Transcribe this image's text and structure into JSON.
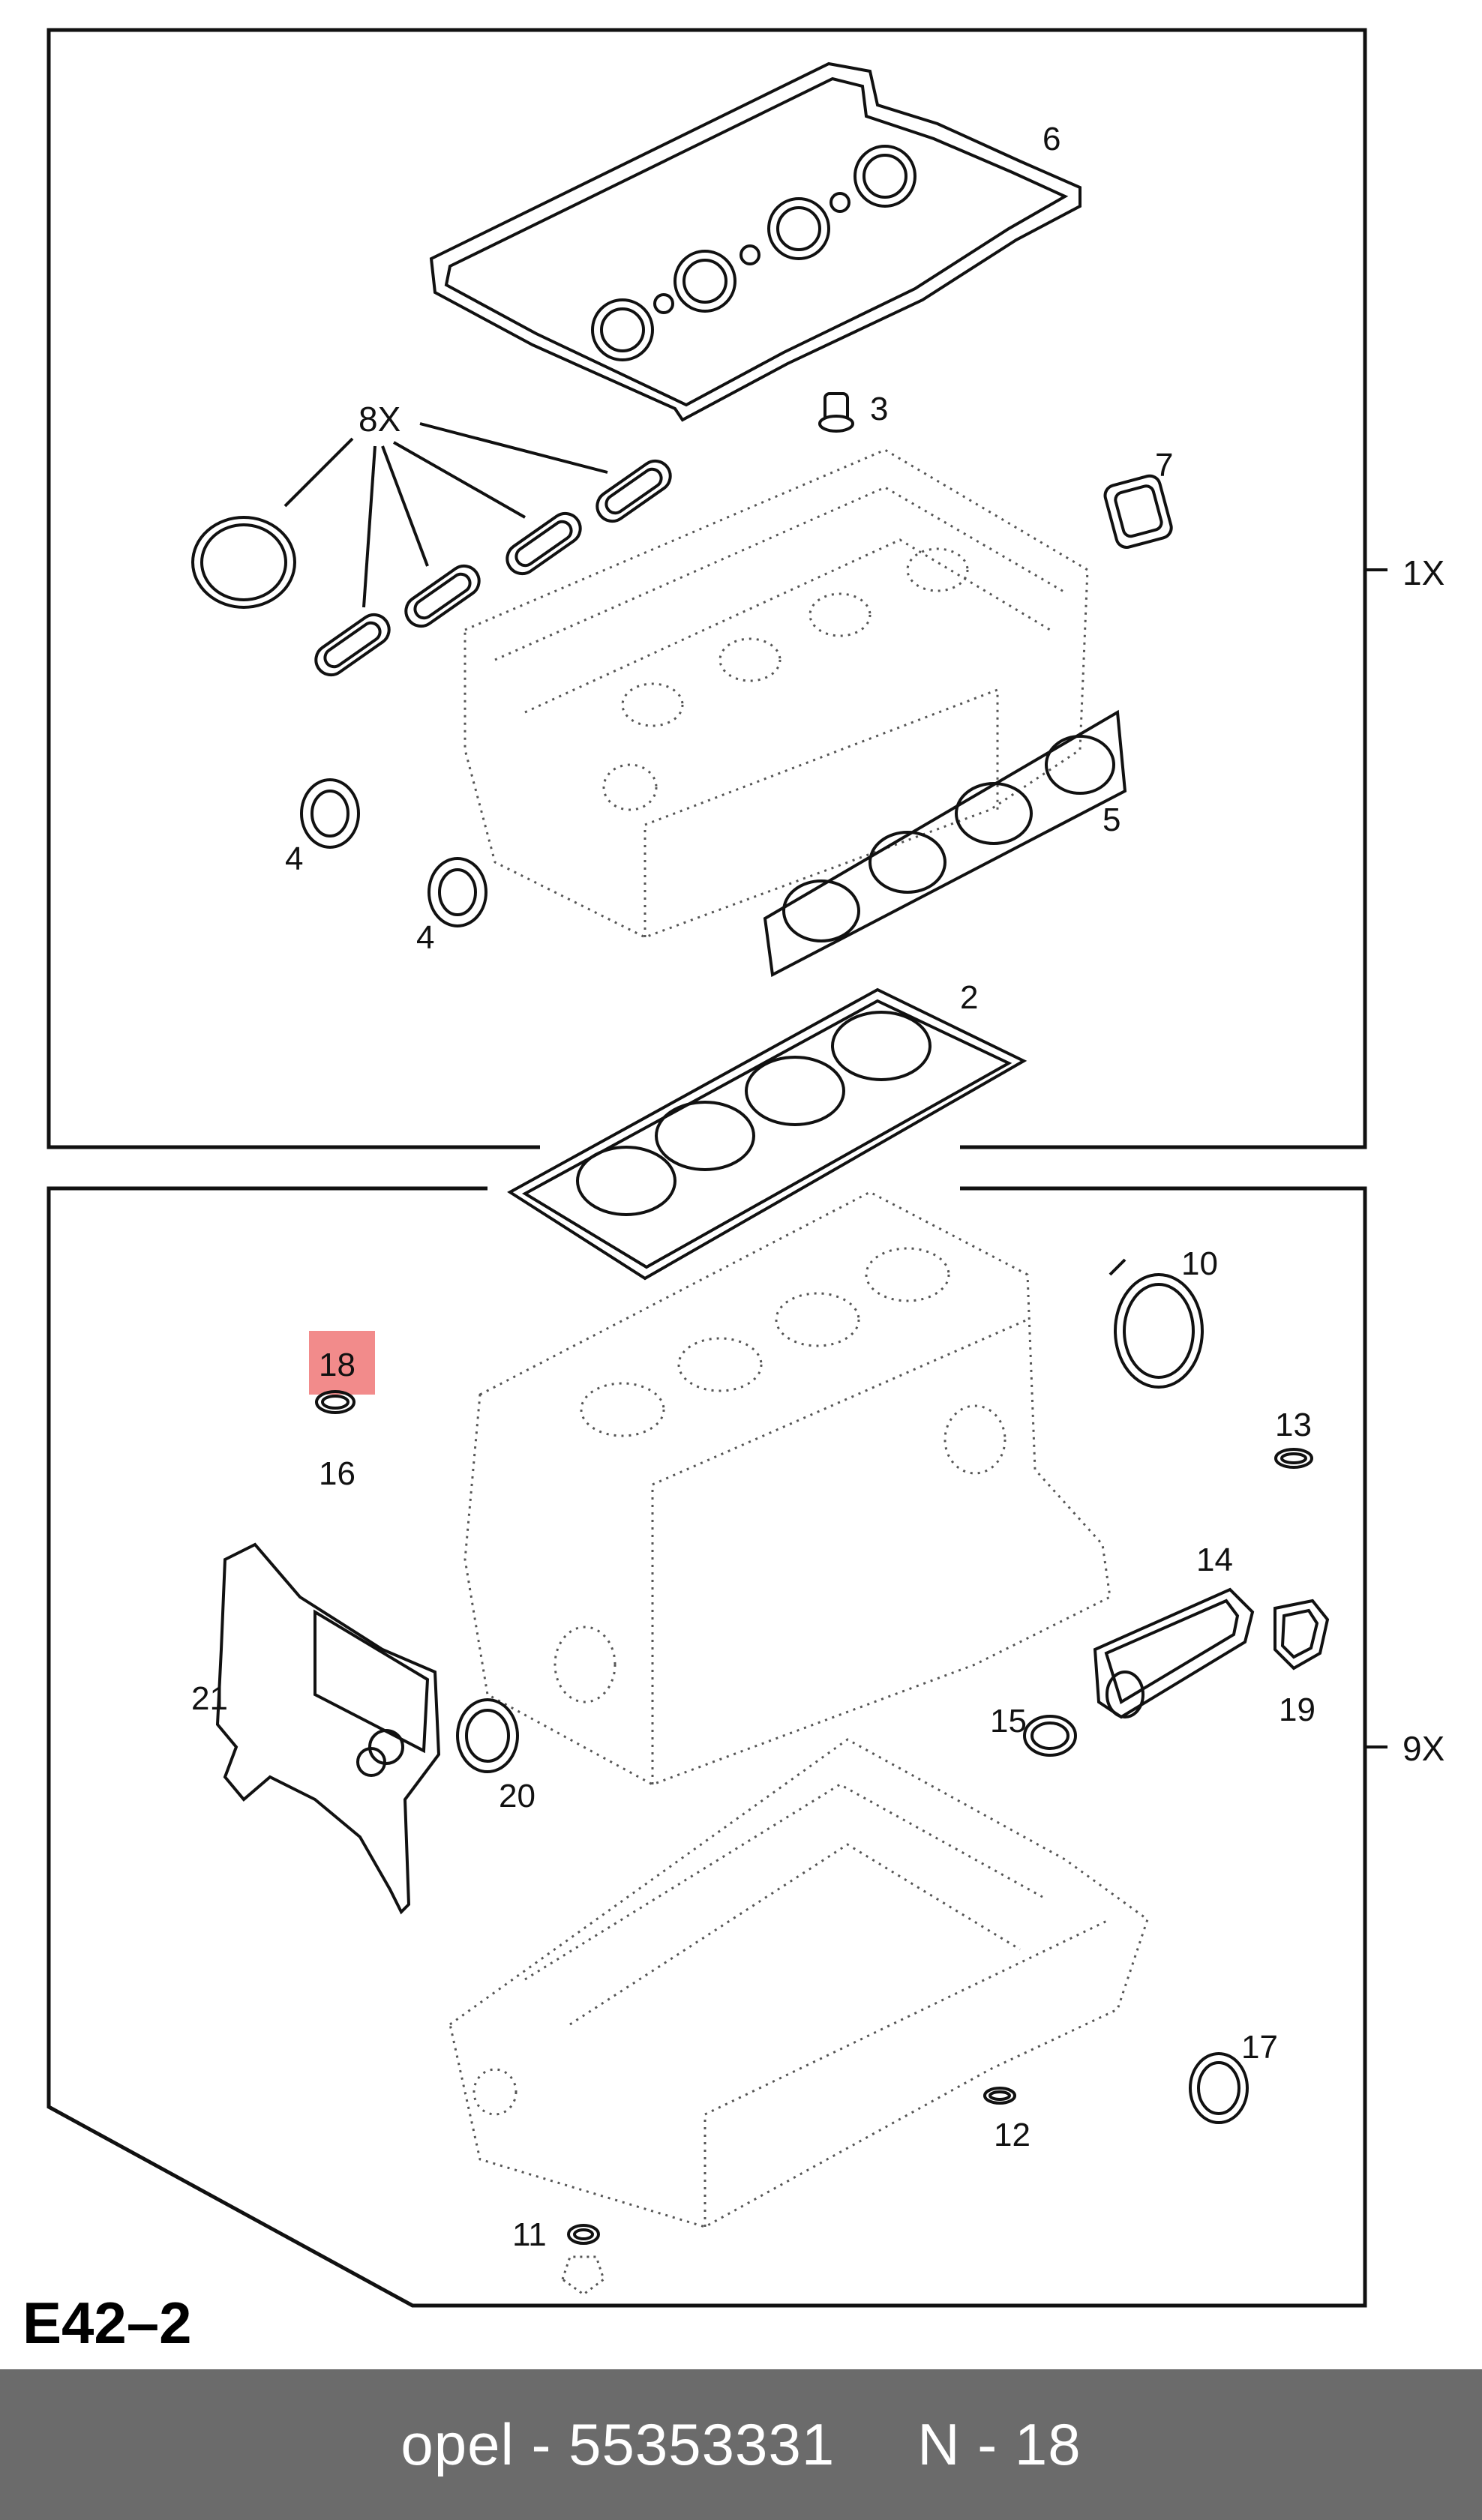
{
  "colors": {
    "line": "#111111",
    "ghost": "#555555",
    "highlight": "#f28b8b",
    "footer_bg": "#6b6b6b",
    "footer_text": "#ffffff"
  },
  "diagram": {
    "code": "E42–2",
    "quantity_top": "1X",
    "quantity_bottom": "9X",
    "callouts": {
      "p2": "2",
      "p3": "3",
      "p4a": "4",
      "p4b": "4",
      "p5": "5",
      "p6": "6",
      "p7": "7",
      "p8": "8X",
      "p10": "10",
      "p11": "11",
      "p12": "12",
      "p13": "13",
      "p14": "14",
      "p15": "15",
      "p16": "16",
      "p17": "17",
      "p18": "18",
      "p19": "19",
      "p20": "20",
      "p21": "21"
    },
    "highlighted_part": "18"
  },
  "footer": {
    "brand_part": "opel - 55353331",
    "position": "N - 18"
  }
}
